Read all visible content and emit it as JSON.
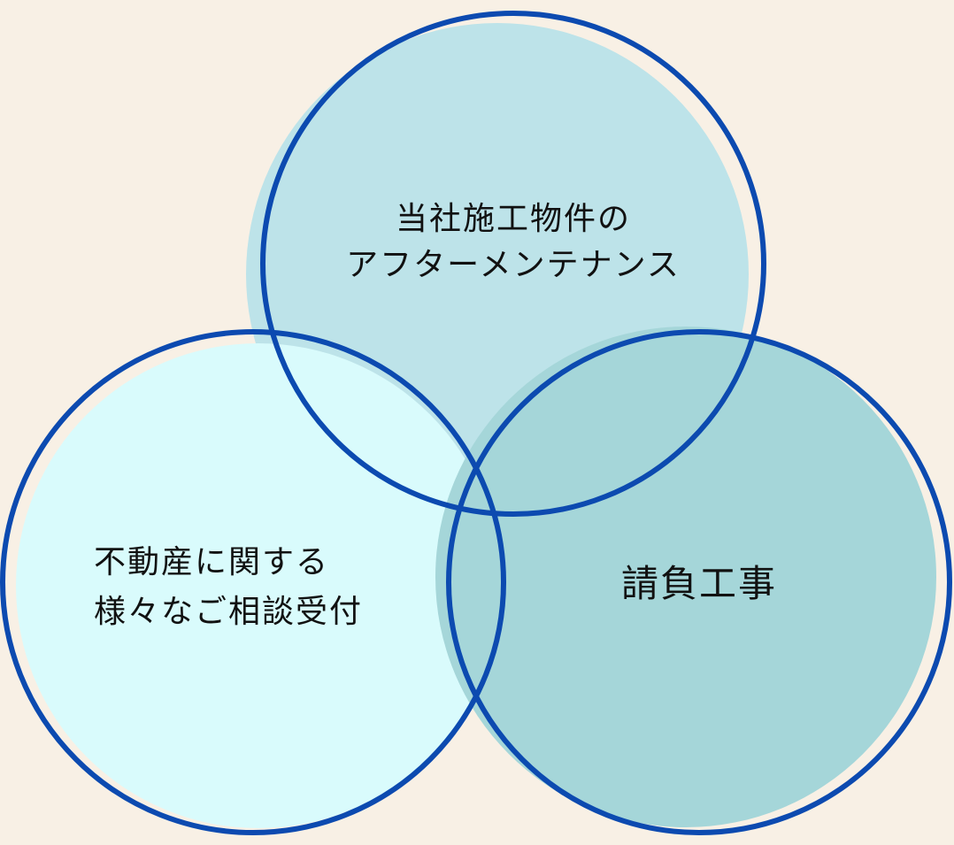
{
  "colors": {
    "background": "#f8f0e5",
    "fill_top": "#bde3e9",
    "fill_left": "#d9fbfc",
    "fill_right": "#a5d6d9",
    "stroke": "#0c4ab0",
    "text": "#111111"
  },
  "circles": {
    "top": {
      "line1": "当社施工物件の",
      "line2": "アフターメンテナンス"
    },
    "left": {
      "line1": "不動産に関する",
      "line2": "様々なご相談受付"
    },
    "right": {
      "label": "請負工事"
    }
  }
}
